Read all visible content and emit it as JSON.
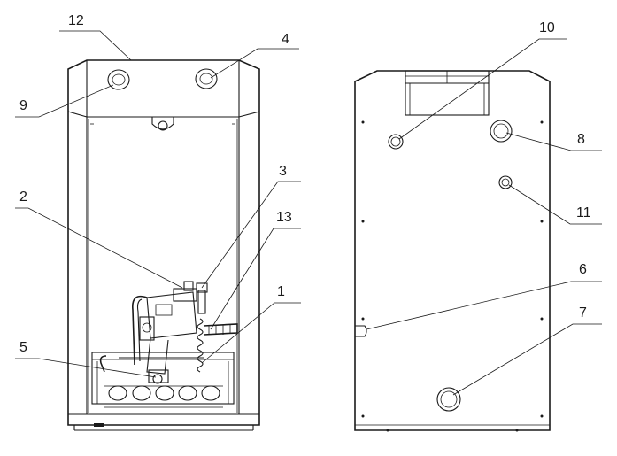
{
  "callouts": [
    {
      "id": "c12",
      "label": "12"
    },
    {
      "id": "c4",
      "label": "4"
    },
    {
      "id": "c9",
      "label": "9"
    },
    {
      "id": "c3",
      "label": "3"
    },
    {
      "id": "c2",
      "label": "2"
    },
    {
      "id": "c13",
      "label": "13"
    },
    {
      "id": "c1",
      "label": "1"
    },
    {
      "id": "c5",
      "label": "5"
    },
    {
      "id": "c10",
      "label": "10"
    },
    {
      "id": "c8",
      "label": "8"
    },
    {
      "id": "c11",
      "label": "11"
    },
    {
      "id": "c6",
      "label": "6"
    },
    {
      "id": "c7",
      "label": "7"
    }
  ]
}
